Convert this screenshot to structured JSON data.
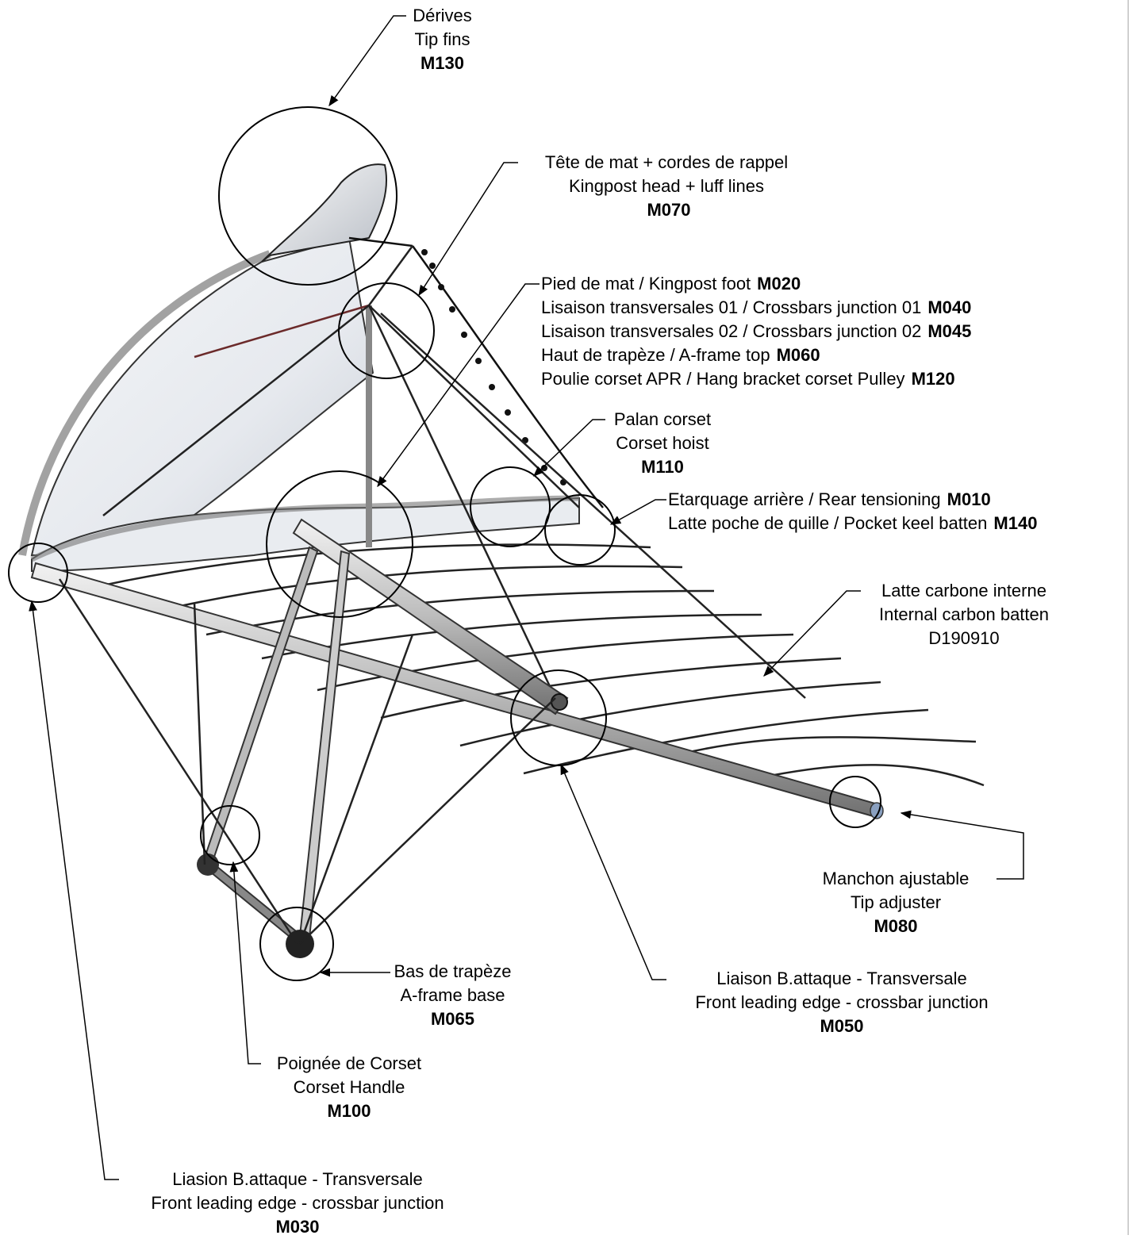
{
  "callouts": {
    "m130": {
      "fr": "Dérives",
      "en": "Tip fins",
      "code": "M130"
    },
    "m070": {
      "fr": "Tête de mat + cordes de rappel",
      "en": "Kingpost head + luff lines",
      "code": "M070"
    },
    "group_lines": [
      {
        "text": "Pied de mat / Kingpost foot",
        "code": "M020"
      },
      {
        "text": "Lisaison transversales 01 / Crossbars junction 01",
        "code": "M040"
      },
      {
        "text": "Lisaison transversales 02 / Crossbars junction 02",
        "code": "M045"
      },
      {
        "text": "Haut de trapèze / A-frame top",
        "code": "M060"
      },
      {
        "text": "Poulie corset APR / Hang bracket corset Pulley",
        "code": "M120"
      }
    ],
    "m110": {
      "fr": "Palan corset",
      "en": "Corset hoist",
      "code": "M110"
    },
    "m010": {
      "text": "Etarquage arrière / Rear tensioning",
      "code": "M010"
    },
    "m140": {
      "text": "Latte poche de quille / Pocket keel batten",
      "code": "M140"
    },
    "d190910": {
      "fr": "Latte carbone interne",
      "en": "Internal carbon batten",
      "code": "D190910"
    },
    "m080": {
      "fr": "Manchon ajustable",
      "en": "Tip adjuster",
      "code": "M080"
    },
    "m050": {
      "fr": "Liaison B.attaque - Transversale",
      "en": "Front leading edge - crossbar junction",
      "code": "M050"
    },
    "m065": {
      "fr": "Bas de trapèze",
      "en": "A-frame base",
      "code": "M065"
    },
    "m100": {
      "fr": "Poignée de Corset",
      "en": "Corset Handle",
      "code": "M100"
    },
    "m030": {
      "fr": "Liasion B.attaque - Transversale",
      "en": "Front leading edge - crossbar junction",
      "code": "M030"
    }
  }
}
